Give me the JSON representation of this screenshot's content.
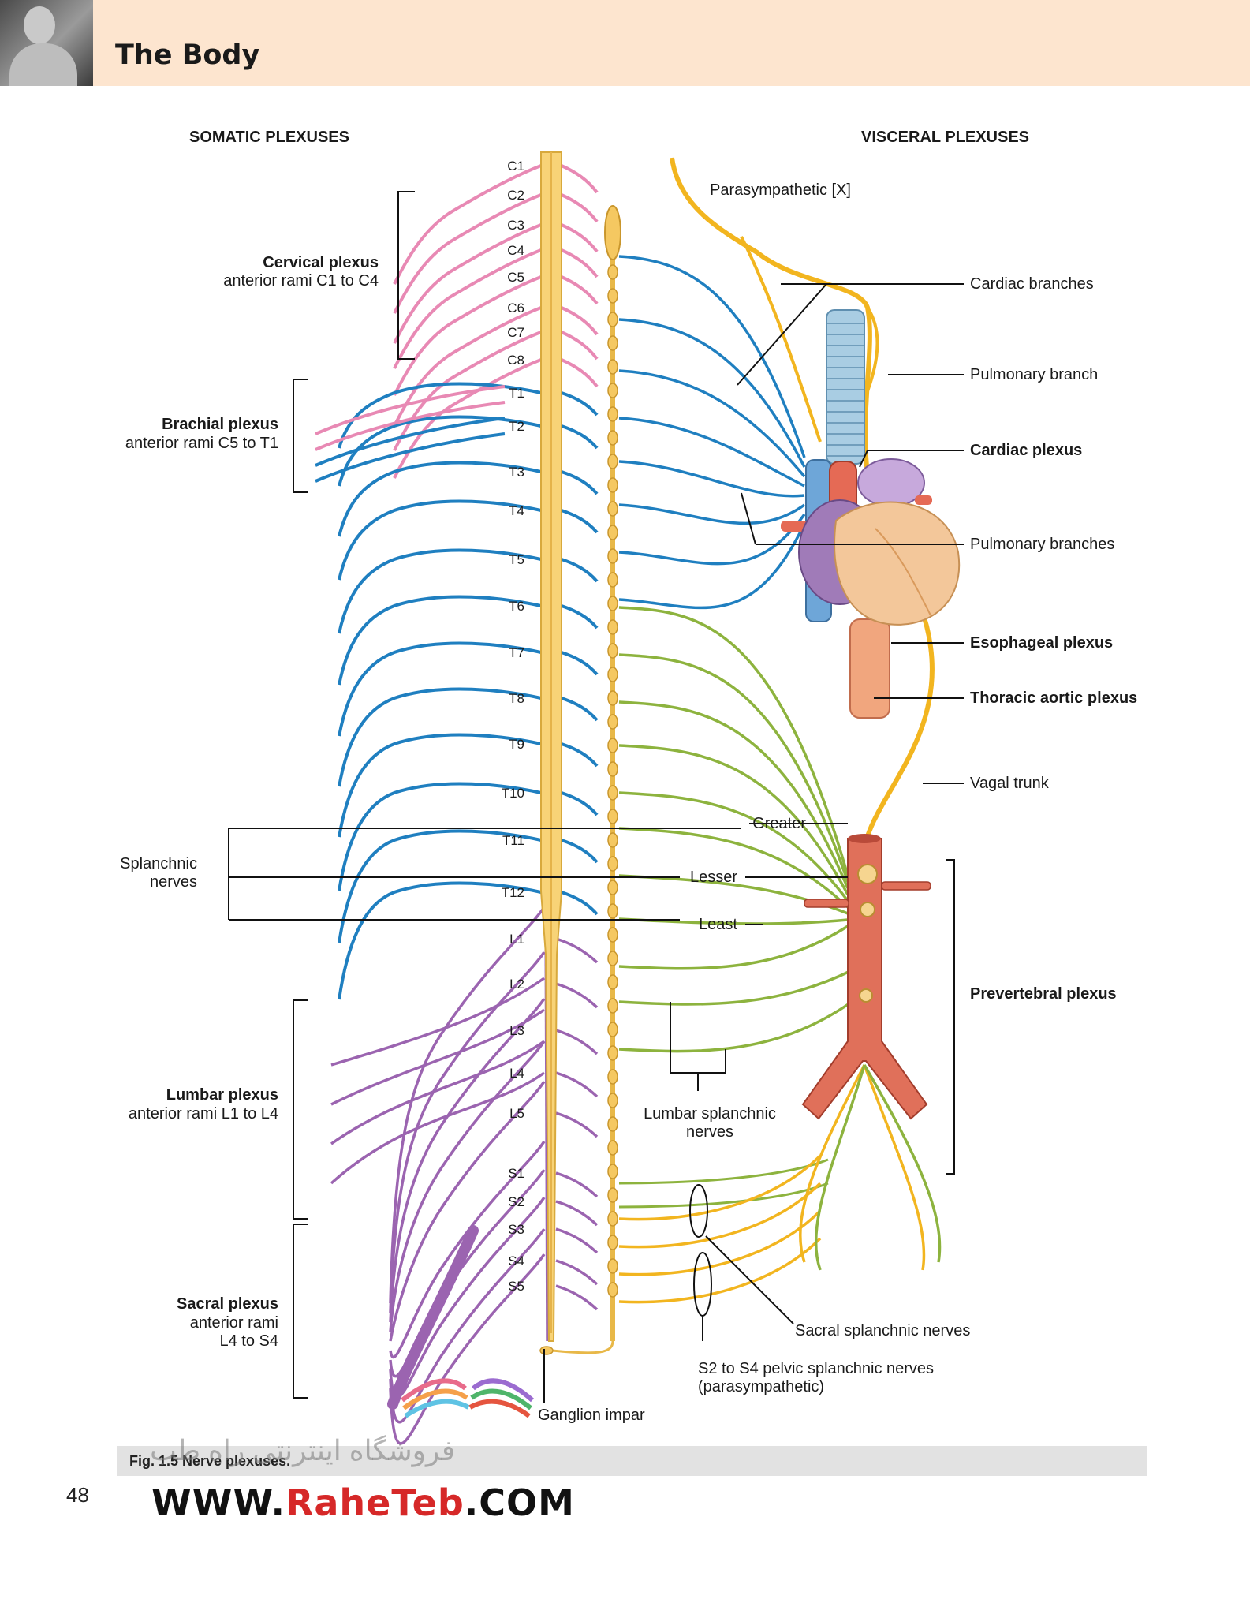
{
  "header": {
    "title": "The Body"
  },
  "figure": {
    "headings": {
      "left": "SOMATIC PLEXUSES",
      "right": "VISCERAL PLEXUSES"
    },
    "segments": [
      "C1",
      "C2",
      "C3",
      "C4",
      "C5",
      "C6",
      "C7",
      "C8",
      "T1",
      "T2",
      "T3",
      "T4",
      "T5",
      "T6",
      "T7",
      "T8",
      "T9",
      "T10",
      "T11",
      "T12",
      "L1",
      "L2",
      "L3",
      "L4",
      "L5",
      "S1",
      "S2",
      "S3",
      "S4",
      "S5"
    ],
    "left_labels": {
      "cervical_title": "Cervical plexus",
      "cervical_sub": "anterior rami C1 to C4",
      "brachial_title": "Brachial plexus",
      "brachial_sub": "anterior rami C5 to T1",
      "splanchnic_1": "Splanchnic",
      "splanchnic_2": "nerves",
      "lumbar_title": "Lumbar plexus",
      "lumbar_sub": "anterior rami L1 to L4",
      "sacral_title": "Sacral plexus",
      "sacral_sub1": "anterior rami",
      "sacral_sub2": "L4 to S4"
    },
    "center_labels": {
      "greater": "Greater",
      "lesser": "Lesser",
      "least": "Least",
      "lumbar_splanchnic_1": "Lumbar splanchnic",
      "lumbar_splanchnic_2": "nerves",
      "ganglion_impar": "Ganglion impar"
    },
    "right_labels": {
      "parasympathetic": "Parasympathetic [X]",
      "cardiac_branches": "Cardiac branches",
      "pulmonary_branch": "Pulmonary branch",
      "cardiac_plexus": "Cardiac plexus",
      "pulmonary_branches": "Pulmonary branches",
      "esophageal_plexus": "Esophageal plexus",
      "thoracic_aortic_plexus": "Thoracic aortic plexus",
      "vagal_trunk": "Vagal trunk",
      "prevertebral_plexus": "Prevertebral plexus",
      "sacral_splanchnic": "Sacral splanchnic nerves",
      "pelvic_splanchnic_1": "S2 to S4 pelvic splanchnic nerves",
      "pelvic_splanchnic_2": "(parasympathetic)"
    },
    "colors": {
      "cervical": "#e889b4",
      "thoracic": "#1f7fc0",
      "lumbosacral": "#9b64b0",
      "sympathetic": "#8db33e",
      "parasympathetic": "#f2b51f",
      "spinal_cord": "#f8d377",
      "aorta": "#e0705a",
      "trachea": "#a9cde3",
      "heart": "#f3c79a"
    }
  },
  "caption": {
    "text": "Fig. 1.5 Nerve plexuses."
  },
  "footer": {
    "page_number": "48",
    "watermark_text": "فروشگاه اینترنتی راه طب",
    "watermark_url_1": "WWW.",
    "watermark_url_2": "RaheTeb",
    "watermark_url_3": ".COM"
  }
}
